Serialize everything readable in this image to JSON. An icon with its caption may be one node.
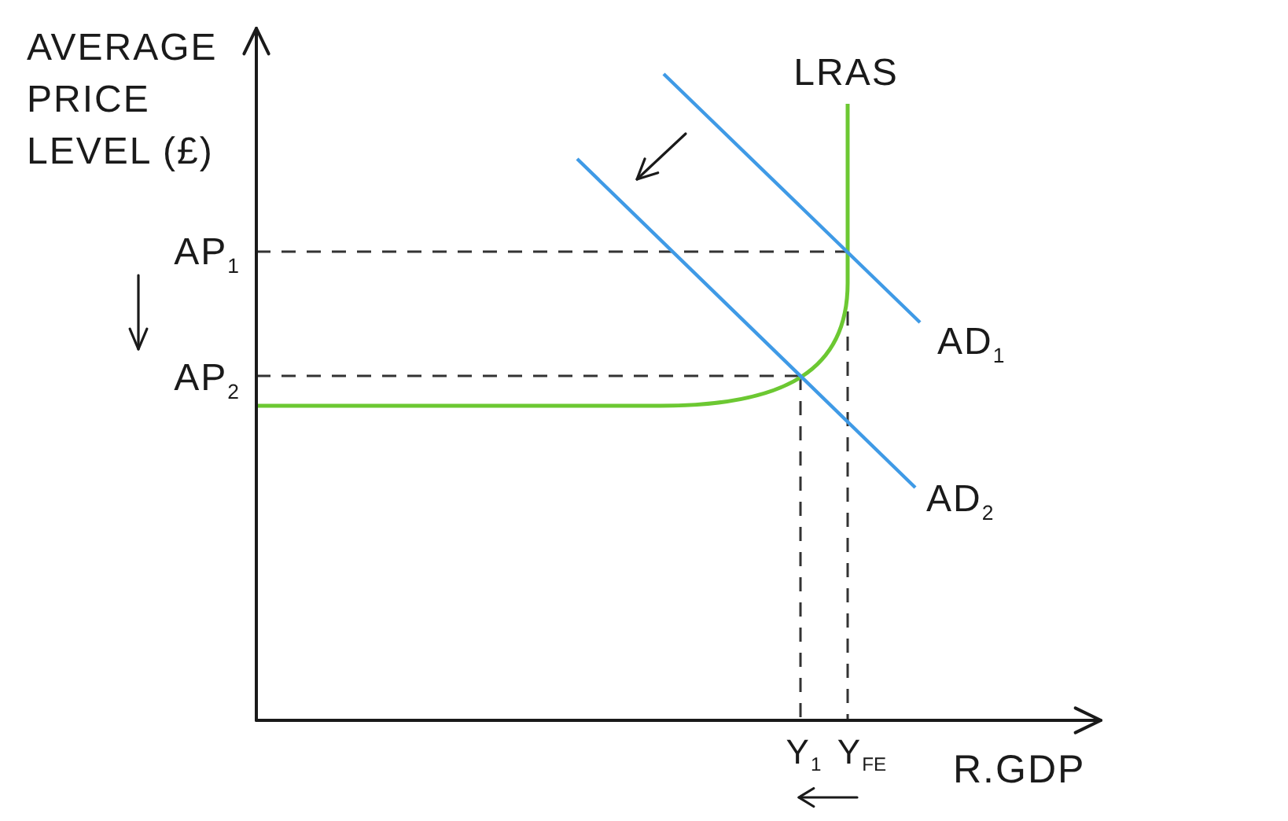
{
  "diagram": {
    "labels": [
      "AVERAGE PRICE LEVEL (£)",
      "LRAS",
      "AP$_{1}$",
      "AD$_{1}$",
      "AP$_{2}$",
      "AD$_{2}$",
      "Y$_{1}$",
      "Y$_{FE}$",
      "R.GDP"
    ]
  }
}
